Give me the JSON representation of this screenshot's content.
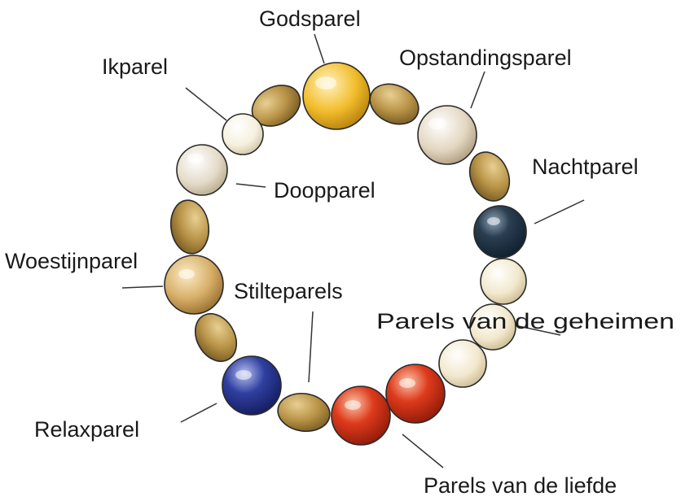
{
  "diagram": {
    "labels": {
      "godsparel": "Godsparel",
      "opstandingsparel": "Opstandingsparel",
      "ikparel": "Ikparel",
      "nachtparel": "Nachtparel",
      "doopparel": "Doopparel",
      "woestijnparel": "Woestijnparel",
      "stilteparels": "Stilteparels",
      "geheimen": "Parels van de geheimen",
      "relaxparel": "Relaxparel",
      "liefde": "Parels van de liefde"
    },
    "colors": {
      "stilte_bead": "#b99448",
      "gods_pearl": "#f2bd2c",
      "cream_pearl": "#f2e8cd",
      "ik_pearl": "#f6f0de",
      "opstanding_pearl": "#e2d6bf",
      "doop_pearl": "#e4dbc9",
      "woestijn_pearl": "#d8b06a",
      "nacht_pearl": "#0e1e2c",
      "relax_pearl": "#2f3fa0",
      "liefde_pearl": "#de3a1c"
    }
  }
}
